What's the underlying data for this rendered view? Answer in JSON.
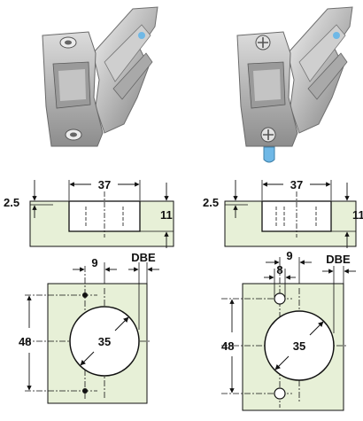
{
  "colors": {
    "panel_fill": "#e7f0d7",
    "line": "#111111",
    "metal_light": "#e8e8e8",
    "metal_mid": "#b9b9b9",
    "metal_dark": "#6f6f6f",
    "accent_blue": "#6fb8e6"
  },
  "left_drawing": {
    "cup_width": "37",
    "overlay": "2.5",
    "depth": "11",
    "screw_offset": "9",
    "dbe_label": "DBE",
    "screw_spacing": "48",
    "bore_diameter": "35"
  },
  "right_drawing": {
    "cup_width": "37",
    "overlay": "2.5",
    "depth": "11",
    "screw_offset": "9",
    "dowel_diameter": "8",
    "dbe_label": "DBE",
    "screw_spacing": "48",
    "bore_diameter": "35"
  }
}
